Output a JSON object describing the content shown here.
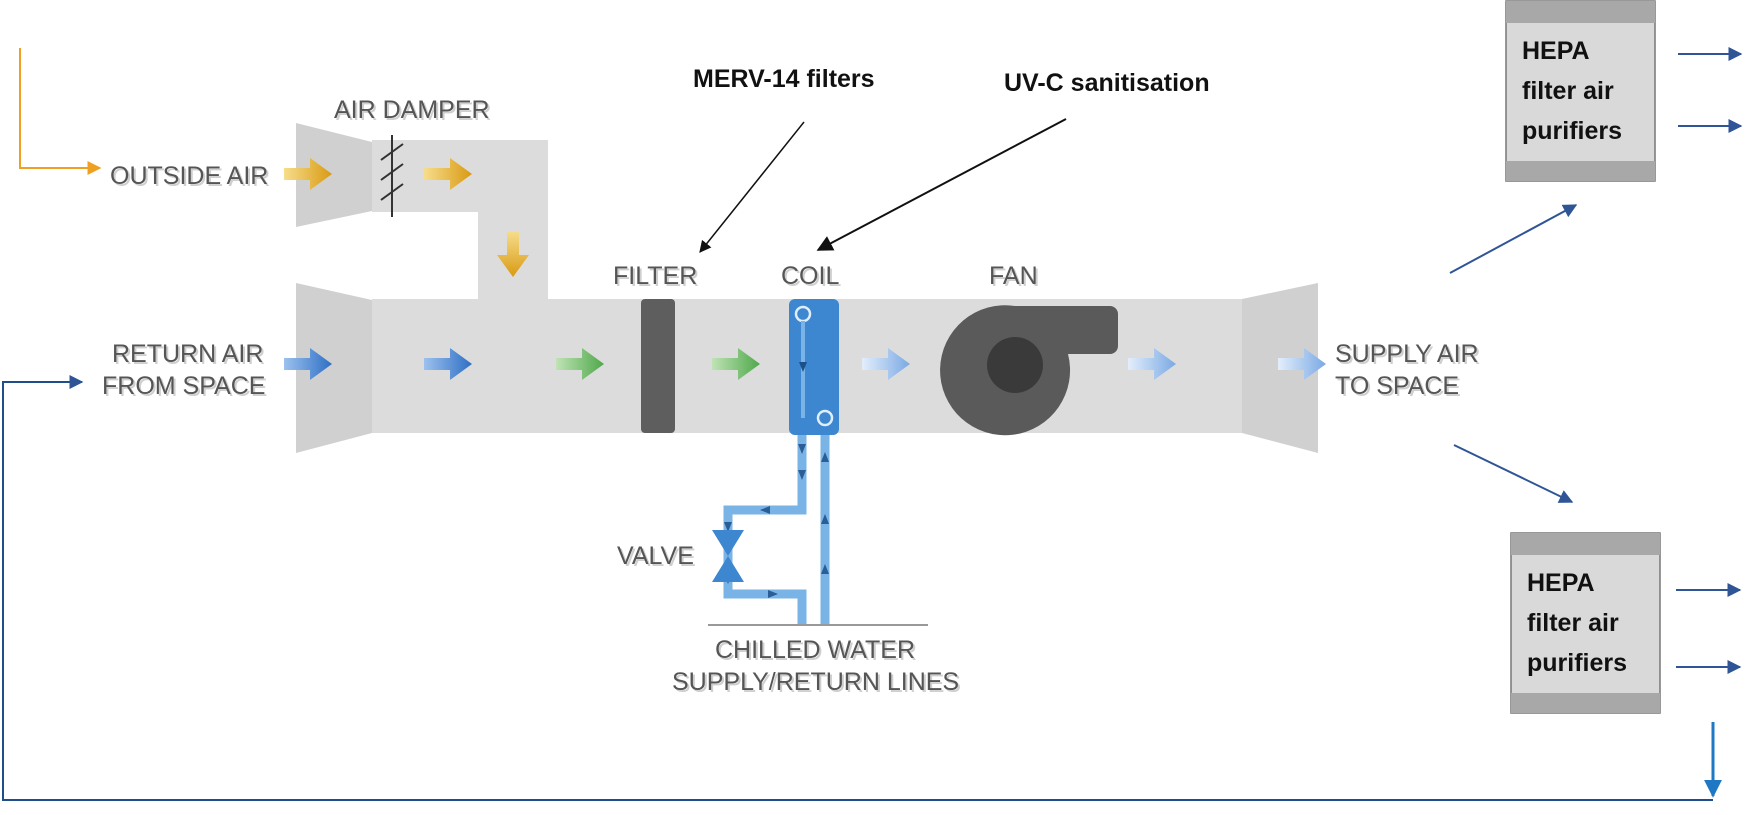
{
  "labels": {
    "outside_air": "OUTSIDE AIR",
    "air_damper": "AIR DAMPER",
    "return_air_line1": "RETURN AIR",
    "return_air_line2": "FROM SPACE",
    "filter": "FILTER",
    "coil": "COIL",
    "fan": "FAN",
    "supply_air_line1": "SUPPLY AIR",
    "supply_air_line2": "TO SPACE",
    "valve": "VALVE",
    "chilled_line1": "CHILLED WATER",
    "chilled_line2": "SUPPLY/RETURN LINES"
  },
  "callouts": {
    "merv": "MERV-14 filters",
    "uvc": "UV-C sanitisation"
  },
  "hepa_units": [
    {
      "line1": "HEPA",
      "line2": "filter air",
      "line3": "purifiers"
    },
    {
      "line1": "HEPA",
      "line2": "filter air",
      "line3": "purifiers"
    }
  ],
  "colors": {
    "duct": "#dcdcdc",
    "duct_dark": "#c8c8c8",
    "outside_air_arrow": "#e2a91c",
    "outside_air_line": "#f0a020",
    "return_air_arrow": "#2e6fc4",
    "mixed_air_arrow": "#5fb85a",
    "supply_air_arrow": "#8ab6ea",
    "coil": "#3d86d0",
    "fan": "#5a5a5a",
    "filter": "#5e5e5e",
    "water_line": "#7ab3e6",
    "hepa_frame": "#a8a8a8",
    "hepa_body": "#d9d9d9",
    "connector": "#2f5597",
    "return_path": "#1f4e8c",
    "drop_arrow": "#1f78c4"
  },
  "icons": [
    "damper-blades-icon",
    "fan-icon",
    "valve-icon",
    "flow-arrow-icon"
  ]
}
